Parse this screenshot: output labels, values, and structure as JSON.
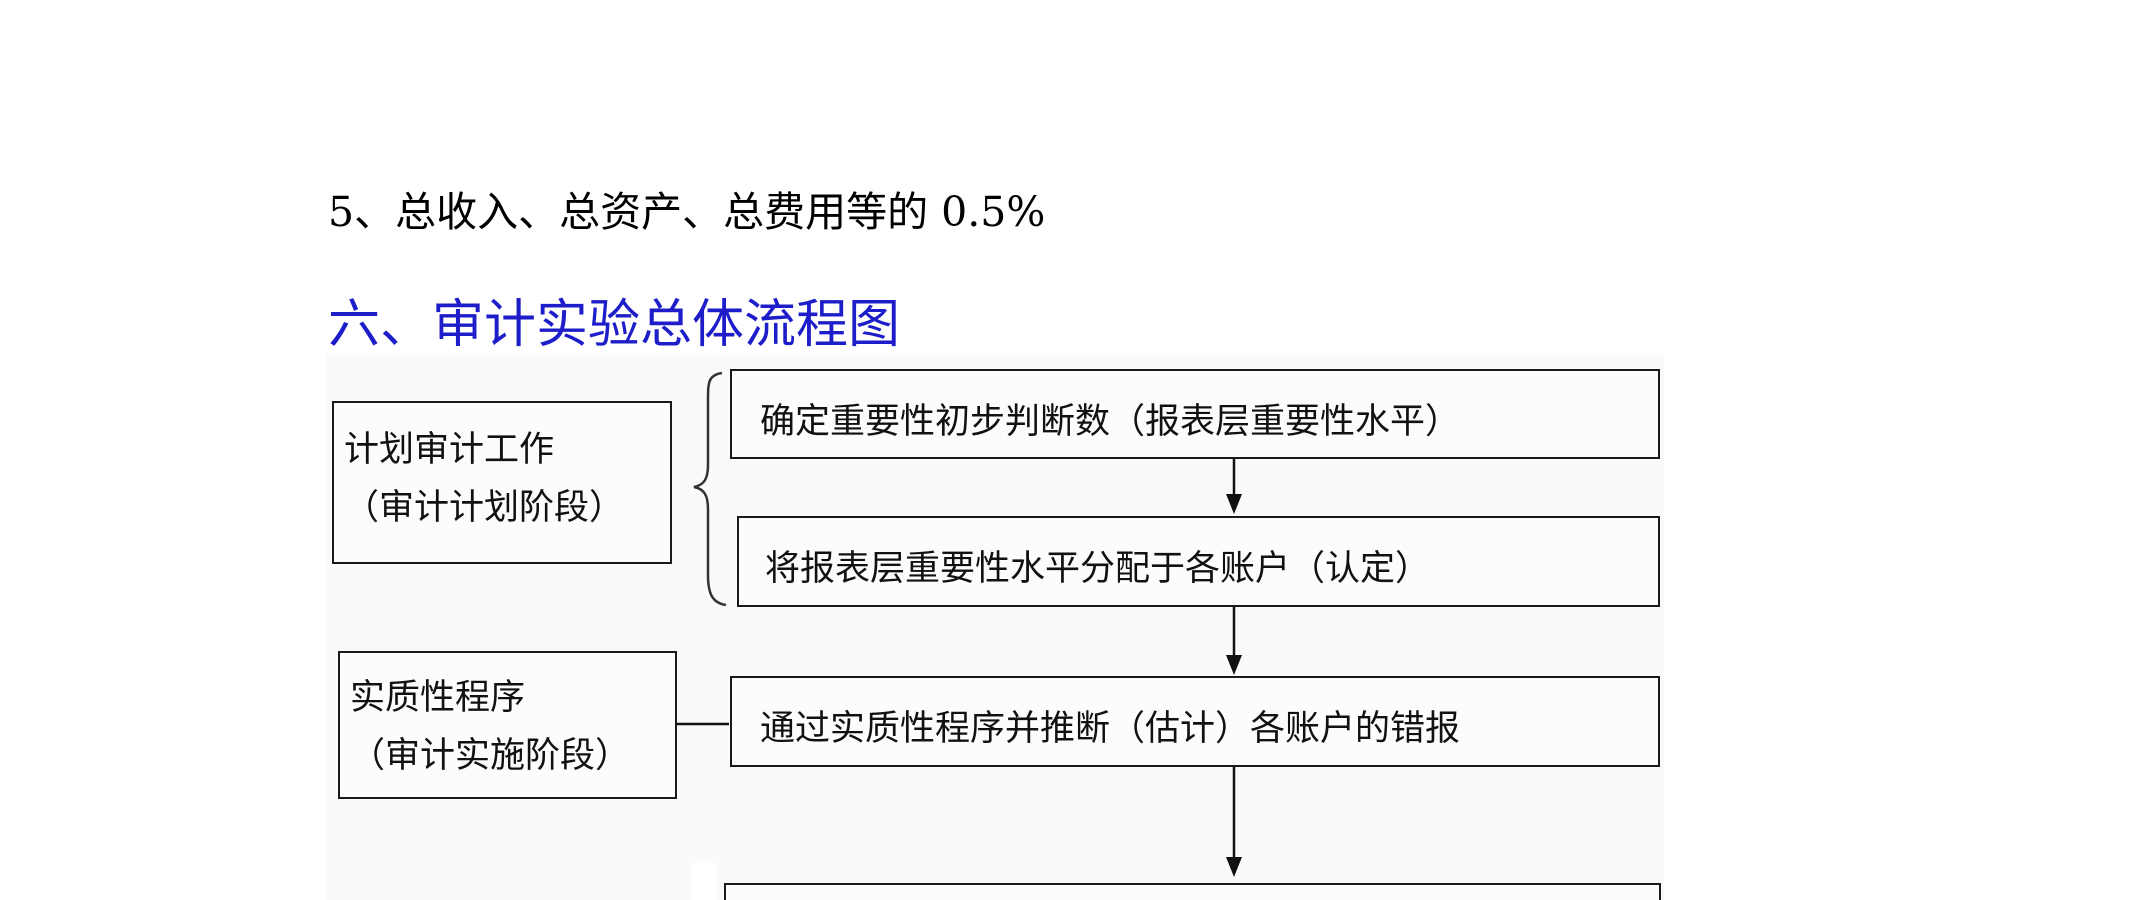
{
  "paragraph": "5、总收入、总资产、总费用等的 0.5%",
  "heading": "六、审计实验总体流程图",
  "flowchart": {
    "plan_stage": {
      "line1": "计划审计工作",
      "line2": "（审计计划阶段）"
    },
    "substantive_stage": {
      "line1": "实质性程序",
      "line2": "（审计实施阶段）"
    },
    "steps": [
      "确定重要性初步判断数（报表层重要性水平）",
      "将报表层重要性水平分配于各账户（认定）",
      "通过实质性程序并推断（估计）各账户的错报"
    ]
  }
}
